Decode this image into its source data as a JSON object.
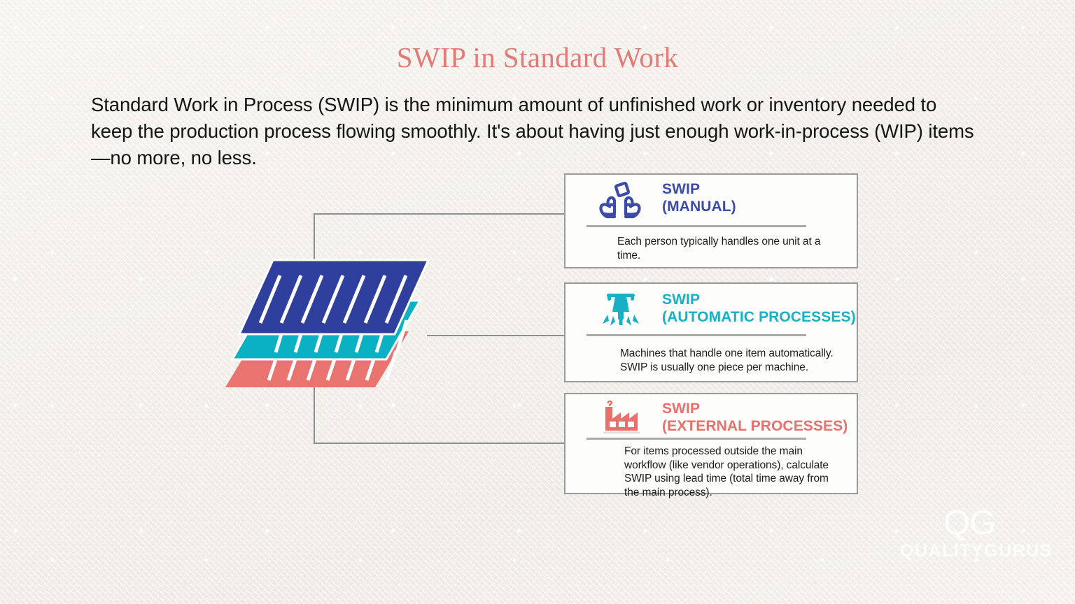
{
  "slide": {
    "title": "SWIP in Standard Work",
    "title_color": "#e07b78",
    "background_color": "#f4f1ec",
    "intro": "Standard Work in Process (SWIP) is the minimum amount of unfinished work or inventory needed to keep the production process flowing smoothly. It's about having just enough work-in-process (WIP) items—no more, no less."
  },
  "palette": {
    "blue": "#2f3f9e",
    "teal": "#0ab1c3",
    "salmon": "#e8736f",
    "connector_gray": "#8f8f8f",
    "card_border": "#9a9a9a",
    "divider": "#a9a9a9"
  },
  "illustration": {
    "name": "stacked-process-layers",
    "layers": [
      {
        "name": "layer-blue",
        "color": "#2f3f9e",
        "slash_count": 7
      },
      {
        "name": "layer-teal",
        "color": "#0ab1c3",
        "slash_count": 7
      },
      {
        "name": "layer-salmon",
        "color": "#e8736f",
        "slash_count": 7
      }
    ]
  },
  "cards": [
    {
      "icon": "hands-holding-box-icon",
      "title_line_1": "SWIP",
      "title_line_2": "(MANUAL)",
      "color": "#3a4bab",
      "body": "Each person typically handles one unit at a time."
    },
    {
      "icon": "jackhammer-icon",
      "title_line_1": "SWIP",
      "title_line_2": "(AUTOMATIC PROCESSES)",
      "color": "#18b0c4",
      "body": "Machines that handle one item automatically. SWIP is usually one piece per machine."
    },
    {
      "icon": "factory-icon",
      "title_line_1": "SWIP",
      "title_line_2": "(EXTERNAL PROCESSES)",
      "color": "#e8706d",
      "body": "For items processed outside the main workflow (like vendor operations), calculate SWIP using lead time (total time away from the main process)."
    }
  ],
  "logo": {
    "mark": "QG",
    "wordmark": "QUALITYGURUS"
  }
}
